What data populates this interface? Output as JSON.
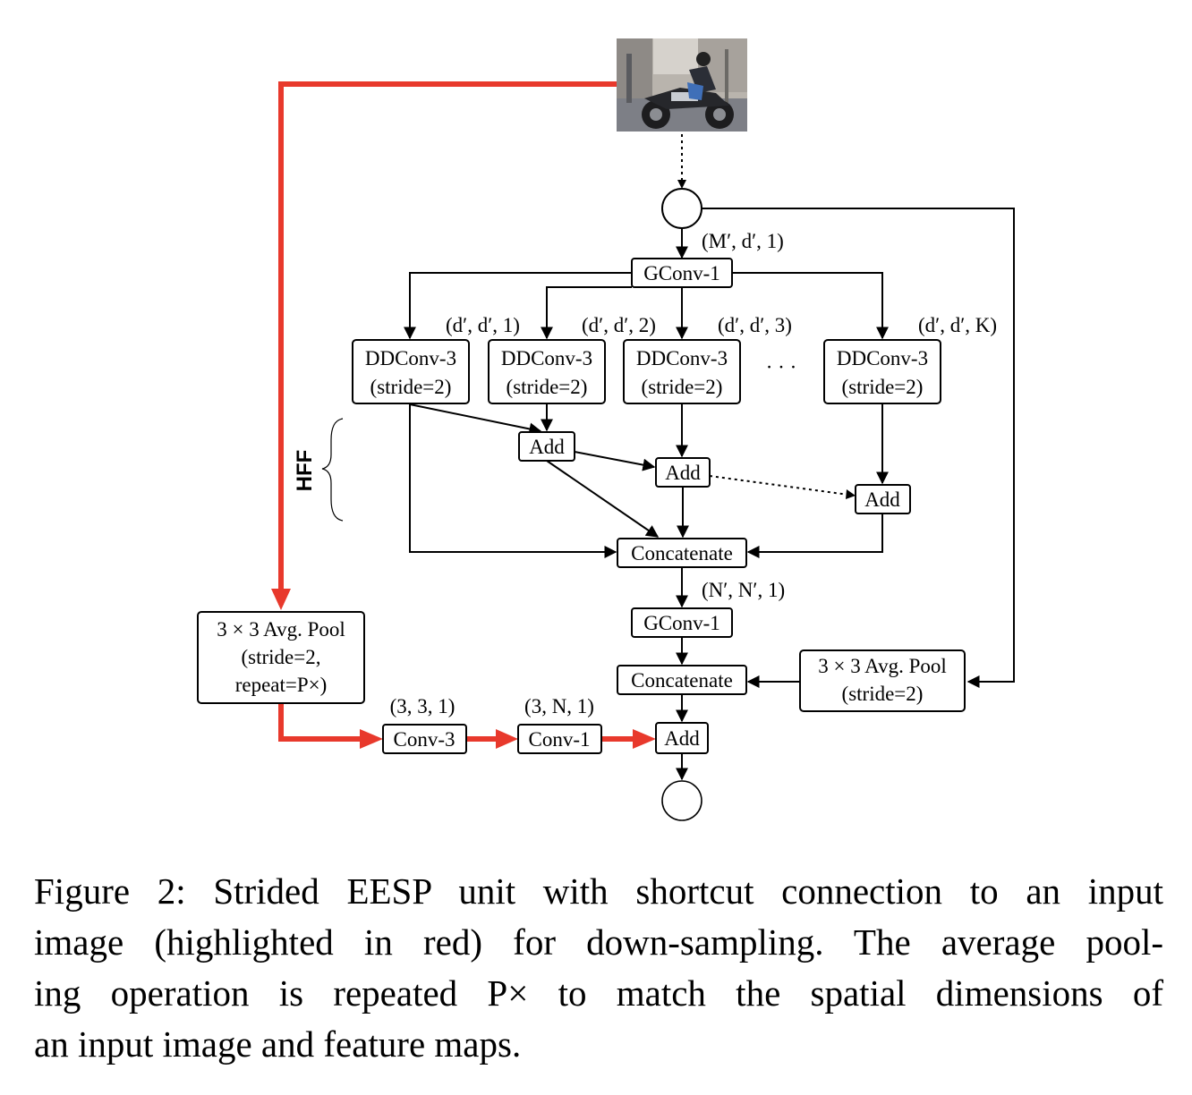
{
  "diagram": {
    "nodes": {
      "gconv_top": "GConv-1",
      "ddconv": [
        [
          "DDConv-3",
          "(stride=2)"
        ],
        [
          "DDConv-3",
          "(stride=2)"
        ],
        [
          "DDConv-3",
          "(stride=2)"
        ],
        [
          "DDConv-3",
          "(stride=2)"
        ]
      ],
      "ellipsis": "· · ·",
      "add1": "Add",
      "add2": "Add",
      "add3": "Add",
      "concat1": "Concatenate",
      "gconv_bottom": "GConv-1",
      "concat2": "Concatenate",
      "avgpool_right": [
        "3 × 3 Avg. Pool",
        "(stride=2)"
      ],
      "avgpool_left": [
        "3 × 3 Avg. Pool",
        "(stride=2,",
        "repeat=P×)"
      ],
      "conv3": "Conv-3",
      "conv1": "Conv-1",
      "add_final": "Add",
      "hff_label": "HFF"
    },
    "edge_labels": {
      "m_d_1": "(M′, d′, 1)",
      "d_d_1": "(d′, d′, 1)",
      "d_d_2": "(d′, d′, 2)",
      "d_d_3": "(d′, d′, 3)",
      "d_d_K": "(d′, d′, K)",
      "n_n_1": "(N′, N′, 1)",
      "three_3_1": "(3, 3, 1)",
      "three_N_1": "(3, N, 1)"
    },
    "colors": {
      "highlight": "#e8392c",
      "stroke": "#000000"
    },
    "input_image_icon": "motorcycle-rider-photo"
  },
  "caption": {
    "lines": [
      "Figure 2: Strided EESP unit with shortcut connection to an input",
      "image (highlighted in red) for down-sampling. The average pool-",
      "ing operation is repeated P× to match the spatial dimensions of",
      "an input image and feature maps."
    ]
  }
}
